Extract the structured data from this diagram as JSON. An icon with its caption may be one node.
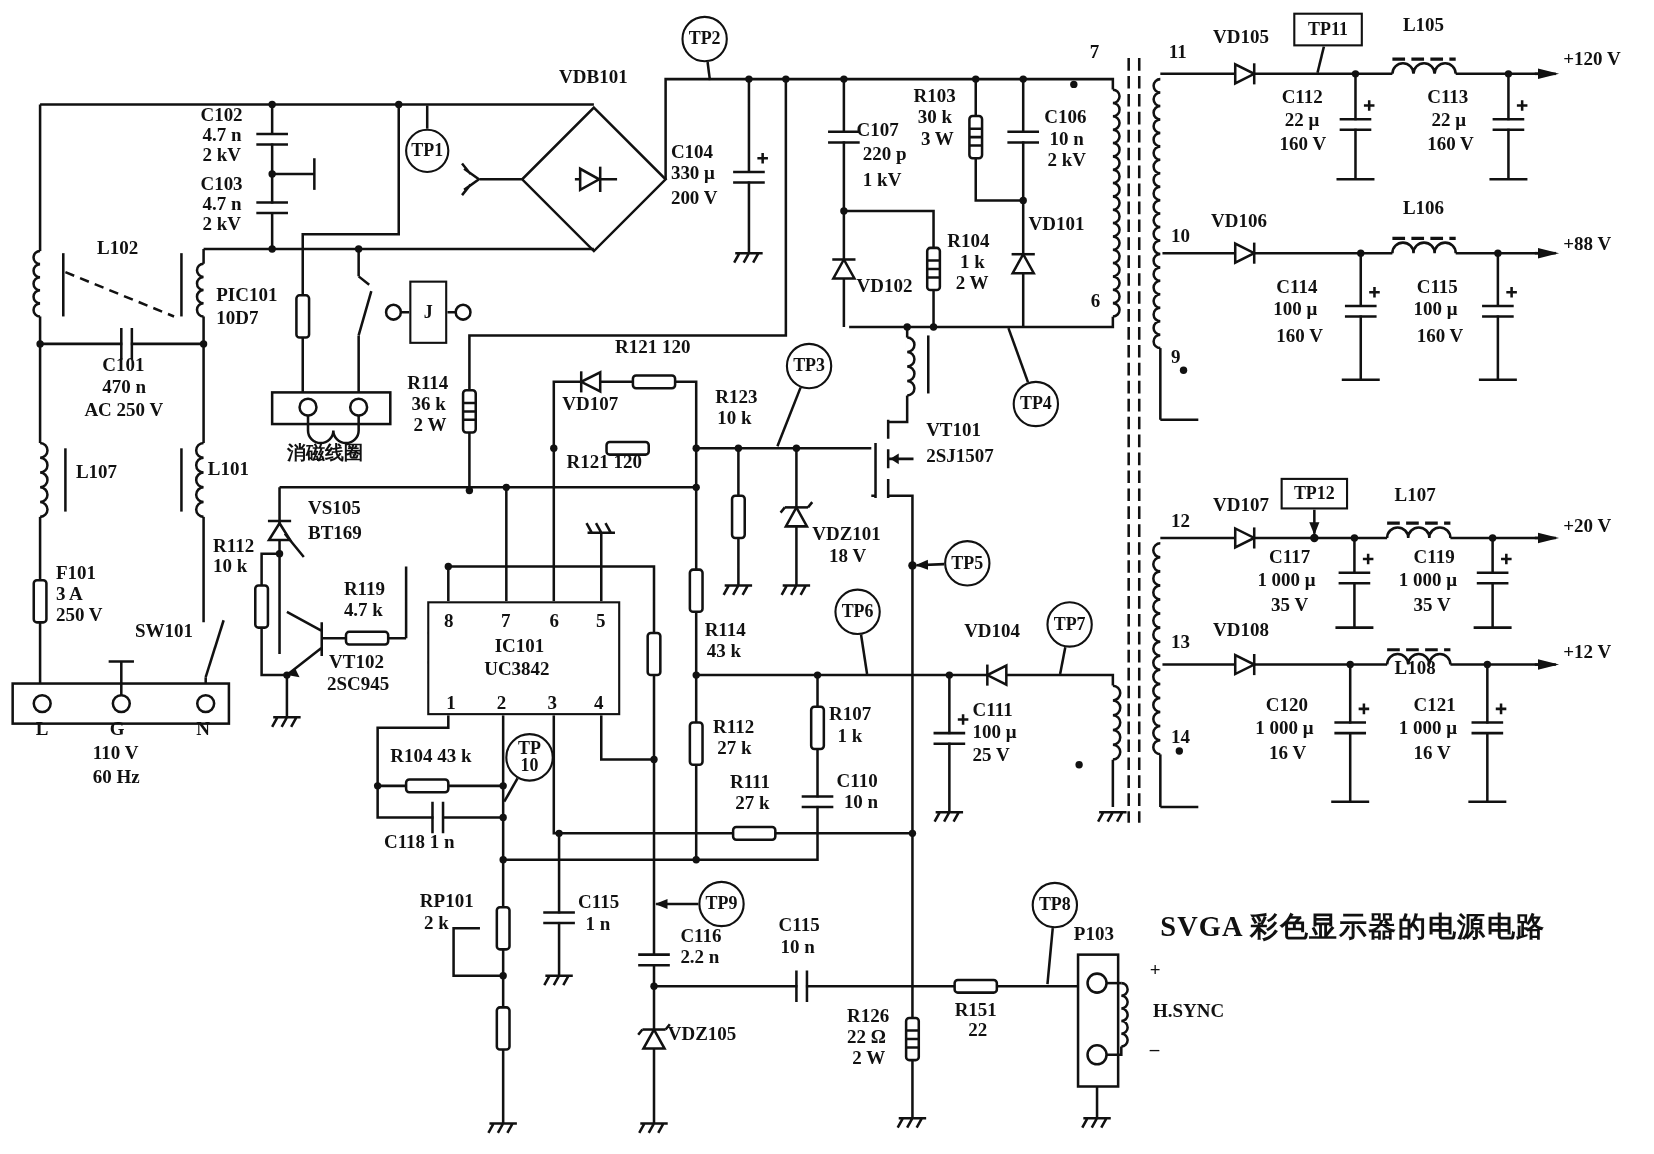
{
  "diagram": {
    "title": "SVGA 彩色显示器的电源电路",
    "nodes": [
      {
        "text": [
          "TP1"
        ]
      },
      {
        "text": [
          "TP2"
        ]
      },
      {
        "text": [
          "TP3"
        ]
      },
      {
        "text": [
          "TP4"
        ]
      },
      {
        "text": [
          "TP5"
        ]
      },
      {
        "text": [
          "TP6"
        ]
      },
      {
        "text": [
          "TP7"
        ]
      },
      {
        "text": [
          "TP8"
        ]
      },
      {
        "text": [
          "TP9"
        ]
      },
      {
        "text": [
          "TP 10"
        ]
      },
      {
        "text": [
          "TP11"
        ]
      },
      {
        "text": [
          "TP12"
        ]
      },
      {
        "text": [
          "8",
          "7",
          "6",
          "5",
          "IC101",
          "UC3842",
          "1",
          "2",
          "3",
          "4"
        ]
      },
      {
        "text": [
          "J"
        ]
      },
      {
        "text": [],
        "shape": "circle"
      },
      {
        "text": [],
        "shape": "circle"
      }
    ],
    "edges": [
      {
        "from": 0,
        "to": null,
        "arrow": "none"
      },
      {
        "from": 1,
        "to": null,
        "arrow": "none"
      },
      {
        "from": 2,
        "to": null,
        "arrow": "none"
      },
      {
        "from": 3,
        "to": null,
        "arrow": "none"
      },
      {
        "from": 4,
        "to": 14,
        "arrow": "to"
      },
      {
        "from": 5,
        "to": null,
        "arrow": "none"
      },
      {
        "from": 6,
        "to": null,
        "arrow": "none"
      },
      {
        "from": 7,
        "to": null,
        "arrow": "none"
      },
      {
        "from": 8,
        "to": null,
        "arrow": "to"
      },
      {
        "from": 9,
        "to": null,
        "arrow": "none"
      },
      {
        "from": 10,
        "to": null,
        "arrow": "none"
      },
      {
        "from": 11,
        "to": 15,
        "arrow": "to"
      }
    ],
    "labels": [
      "VDB101",
      "C102",
      "4.7 n",
      "2 kV",
      "C103",
      "4.7 n",
      "2 kV",
      "C104",
      "330 μ",
      "200 V",
      "L102",
      "PIC101",
      "10D7",
      "C101",
      "470 n",
      "AC 250 V",
      "R121 120",
      "消磁线圈",
      "R114",
      "36 k",
      "2 W",
      "VD107",
      "R123",
      "10 k",
      "R121 120",
      "L107",
      "L101",
      "VS105",
      "BT169",
      "R112",
      "10 k",
      "F101",
      "3 A",
      "250 V",
      "SW101",
      "R119",
      "4.7 k",
      "VT102",
      "2SC945",
      "L",
      "G",
      "N",
      "110 V",
      "60 Hz",
      "R114",
      "43 k",
      "R112",
      "27 k",
      "R107",
      "1 k",
      "R104 43 k",
      "R111",
      "27 k",
      "C110",
      "10 n",
      "C118  1 n",
      "RP101",
      "2 k",
      "C115",
      "1 n",
      "C116",
      "2.2 n",
      "C115",
      "10 n",
      "VDZ105",
      "R126",
      "22 Ω",
      "2 W",
      "R151",
      "22",
      "P103",
      "+",
      "H.SYNC",
      "–",
      "C111",
      "100 μ",
      "25 V",
      "VD104",
      "VDZ101",
      "18 V",
      "VT101",
      "2SJ1507",
      "R103",
      "30 k",
      "3 W",
      "C107",
      "220 p",
      "1 kV",
      "C106",
      "10 n",
      "2 kV",
      "R104",
      "1 k",
      "2 W",
      "VD101",
      "VD102",
      "7",
      "6",
      "11",
      "VD105",
      "L105",
      "+120 V",
      "C112",
      "22 μ",
      "160 V",
      "C113",
      "22 μ",
      "160 V",
      "10",
      "VD106",
      "L106",
      "+88 V",
      "C114",
      "100 μ",
      "160 V",
      "C115",
      "100 μ",
      "160 V",
      "9",
      "12",
      "VD107",
      "L107",
      "+20 V",
      "C117",
      "1 000 μ",
      "35 V",
      "C119",
      "1 000 μ",
      "35 V",
      "13",
      "VD108",
      "L108",
      "+12 V",
      "C120",
      "1 000 μ",
      "16 V",
      "C121",
      "1 000 μ",
      "16 V",
      "14"
    ]
  }
}
